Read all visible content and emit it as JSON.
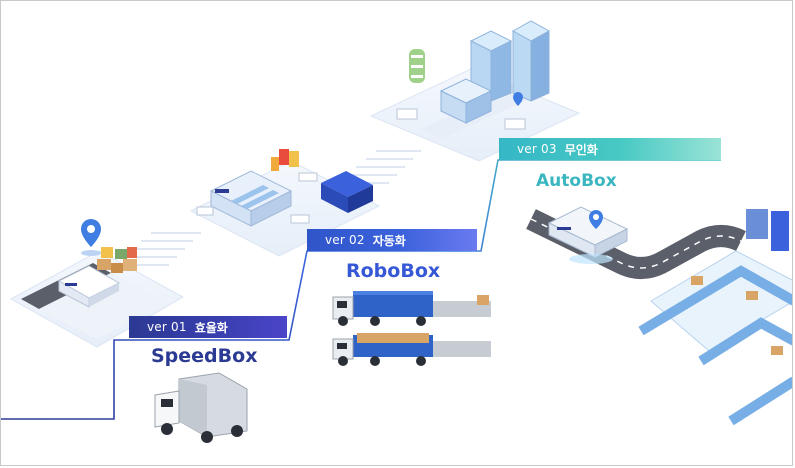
{
  "stages": [
    {
      "version": "ver 01",
      "keyword": "효율화",
      "product": "SpeedBox"
    },
    {
      "version": "ver 02",
      "keyword": "자동화",
      "product": "RoboBox"
    },
    {
      "version": "ver 03",
      "keyword": "무인화",
      "product": "AutoBox"
    }
  ],
  "colors": {
    "stage1": "#2b3a93",
    "stage2": "#3657d6",
    "stage3": "#3ab6c0",
    "step_line": "#4a8fd8",
    "road": "#5b5f6a"
  },
  "icons": [
    "location-pin-icon",
    "warehouse-icon",
    "city-icon",
    "truck-icon",
    "conveyor-icon"
  ]
}
